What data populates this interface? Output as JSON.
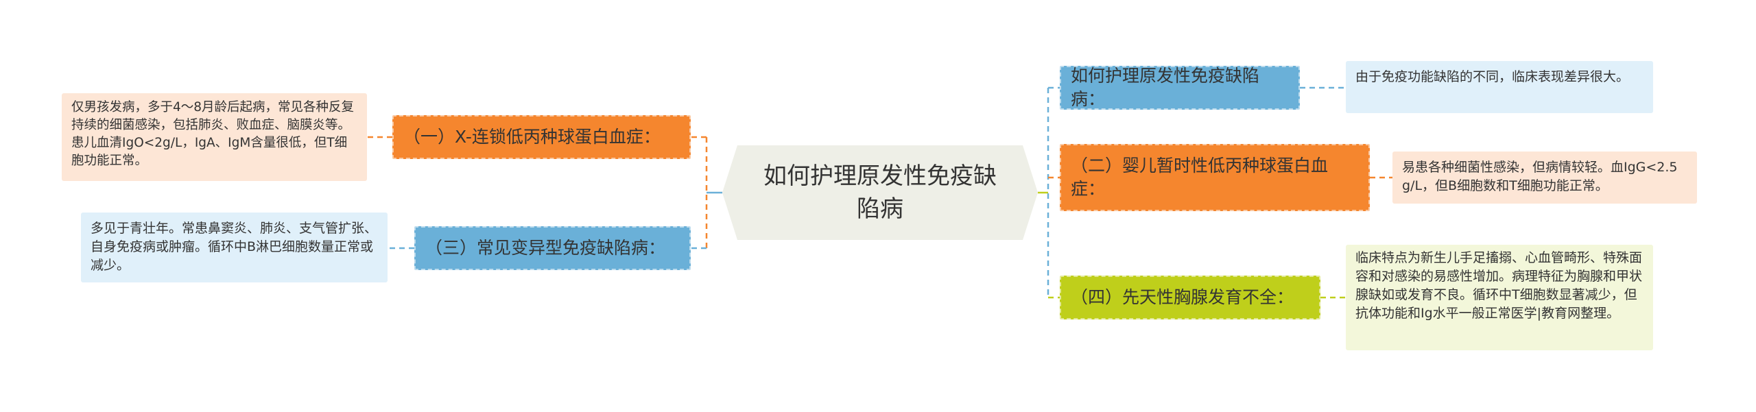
{
  "root": {
    "title": "如何护理原发性免疫缺陷病"
  },
  "branches": [
    {
      "id": "xlinked",
      "label": "（一）X-连锁低丙种球蛋白血症：",
      "detail": "仅男孩发病，多于4～8月龄后起病，常见各种反复持续的细菌感染，包括肺炎、败血症、脑膜炎等。患儿血清IgO<2g/L，IgA、IgM含量很低，但T细胞功能正常。",
      "color": "#f5862e"
    },
    {
      "id": "variable",
      "label": "（三）常见变异型免疫缺陷病：",
      "detail": "多见于青壮年。常患鼻窦炎、肺炎、支气管扩张、自身免疫病或肿瘤。循环中B淋巴细胞数量正常或减少。",
      "color": "#6ab0d8"
    },
    {
      "id": "howto",
      "label": "如何护理原发性免疫缺陷病：",
      "detail": "由于免疫功能缺陷的不同，临床表现差异很大。",
      "color": "#6ab0d8"
    },
    {
      "id": "transient",
      "label": "（二）婴儿暂时性低丙种球蛋白血症：",
      "detail": "易患各种细菌性感染，但病情较轻。血IgG<2.5g/L，但B细胞数和T细胞功能正常。",
      "color": "#f5862e"
    },
    {
      "id": "thymus",
      "label": "（四）先天性胸腺发育不全：",
      "detail": "临床特点为新生儿手足搐搦、心血管畸形、特殊面容和对感染的易感性增加。病理特征为胸腺和甲状腺缺如或发育不良。循环中T细胞数显著减少，但抗体功能和Ig水平一般正常医学|教育网整理。",
      "color": "#bfcf1b"
    }
  ]
}
